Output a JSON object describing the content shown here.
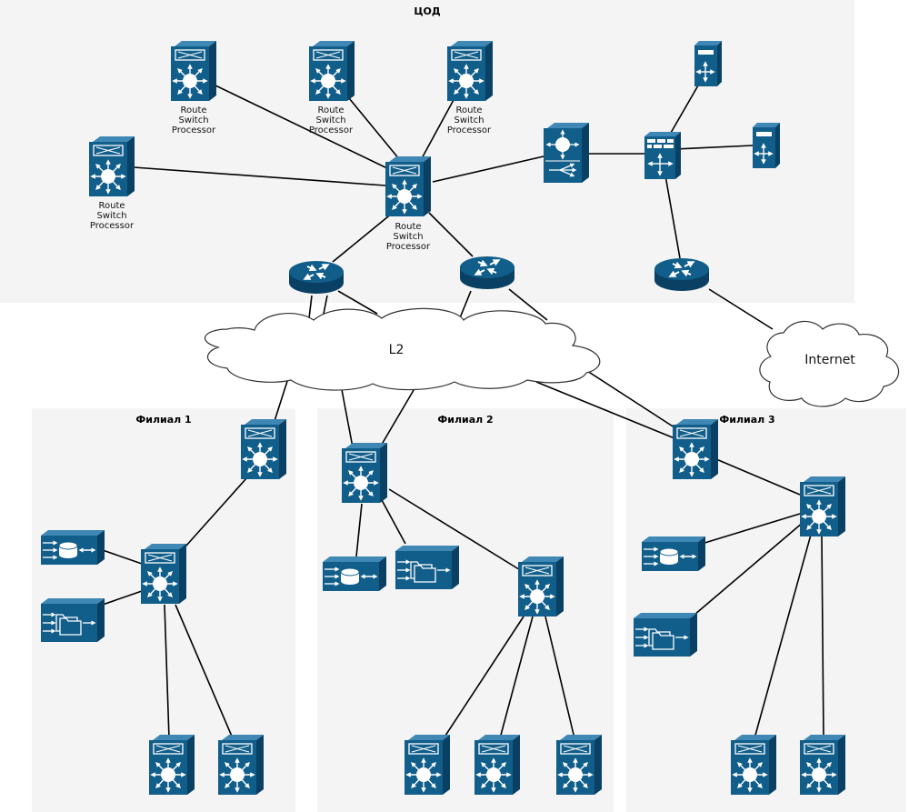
{
  "zones": {
    "dc": {
      "title": "ЦОД"
    },
    "branch1": {
      "title": "Филиал 1"
    },
    "branch2": {
      "title": "Филиал 2"
    },
    "branch3": {
      "title": "Филиал 3"
    }
  },
  "clouds": {
    "l2": {
      "label": "L2"
    },
    "internet": {
      "label": "Internet"
    }
  },
  "labels": {
    "rsp_line1": "Route",
    "rsp_line2": "Switch",
    "rsp_line3": "Processor"
  },
  "colors": {
    "device": "#115e8a",
    "device_side": "#0a4063",
    "zone_bg": "#f4f4f4",
    "line": "#000000"
  }
}
